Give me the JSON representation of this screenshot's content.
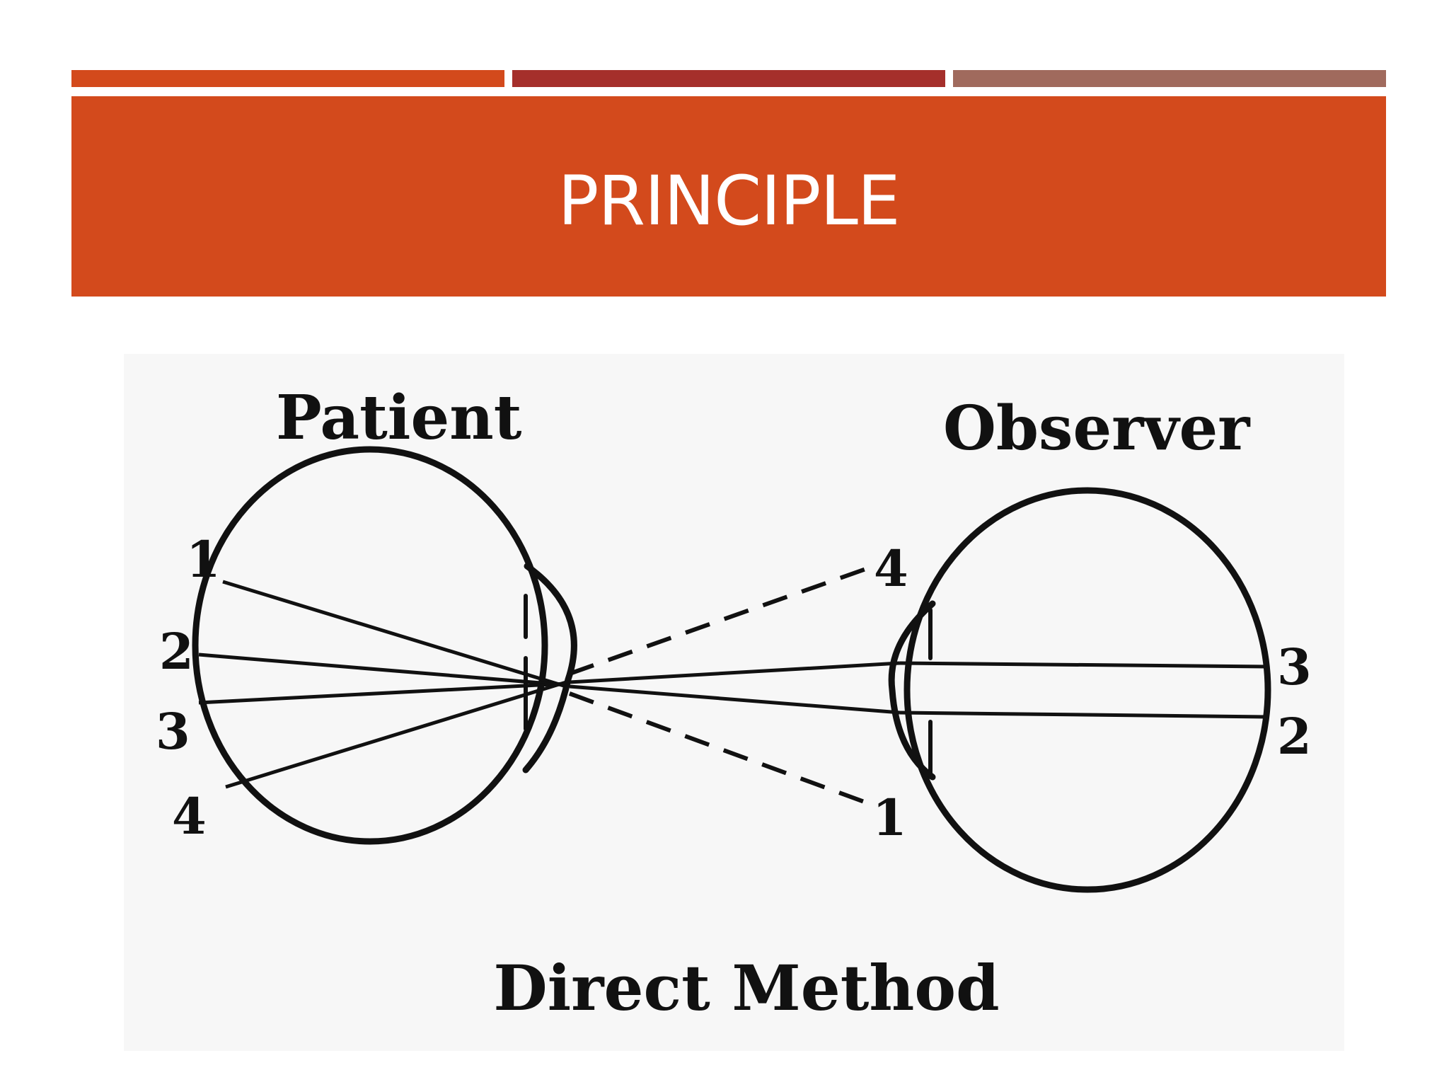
{
  "slide": {
    "title": "PRINCIPLE"
  },
  "colors": {
    "bar_1": "#d34a1c",
    "bar_2": "#a52f2b",
    "bar_3": "#a06a5d",
    "title_banner": "#d34a1c",
    "diagram_background": "#f7f7f7",
    "ink": "#111111"
  },
  "diagram": {
    "patient_label": "Patient",
    "observer_label": "Observer",
    "caption": "Direct Method",
    "patient_points": [
      "1",
      "2",
      "3",
      "4"
    ],
    "virtual_points": [
      "4",
      "1"
    ],
    "observer_points": [
      "3",
      "2"
    ]
  }
}
